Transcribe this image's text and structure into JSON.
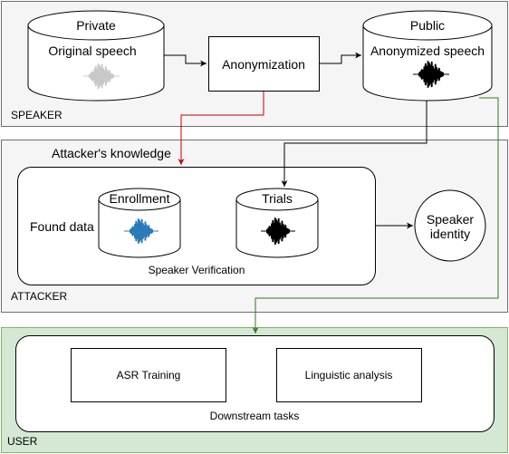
{
  "speaker_panel": {
    "section_label": "SPEAKER",
    "private_store": {
      "header": "Private",
      "content": "Original speech"
    },
    "anonymization_box": {
      "label": "Anonymization"
    },
    "public_store": {
      "header": "Public",
      "content": "Anonymized speech"
    }
  },
  "attacker_panel": {
    "section_label": "ATTACKER",
    "knowledge_title": "Attacker's knowledge",
    "found_data_label": "Found data",
    "enrollment_store": {
      "header": "Enrollment"
    },
    "trials_store": {
      "header": "Trials"
    },
    "verification_caption": "Speaker Verification",
    "speaker_identity": {
      "line1": "Speaker",
      "line2": "identity"
    }
  },
  "user_panel": {
    "section_label": "USER",
    "asr_box": {
      "label": "ASR Training"
    },
    "linguistic_box": {
      "label": "Linguistic analysis"
    },
    "downstream_caption": "Downstream tasks"
  },
  "colors": {
    "panel_gray": "#f5f5f5",
    "panel_green": "#d5e8d4",
    "arrow_red": "#cc0000",
    "arrow_green": "#2d7a1f",
    "wave_original": "#c8c8c8",
    "wave_enrollment": "#2b7bb9",
    "wave_anonymized": "#000000"
  },
  "icons": {
    "waveform": "waveform-icon",
    "database": "cylinder-store-icon"
  }
}
